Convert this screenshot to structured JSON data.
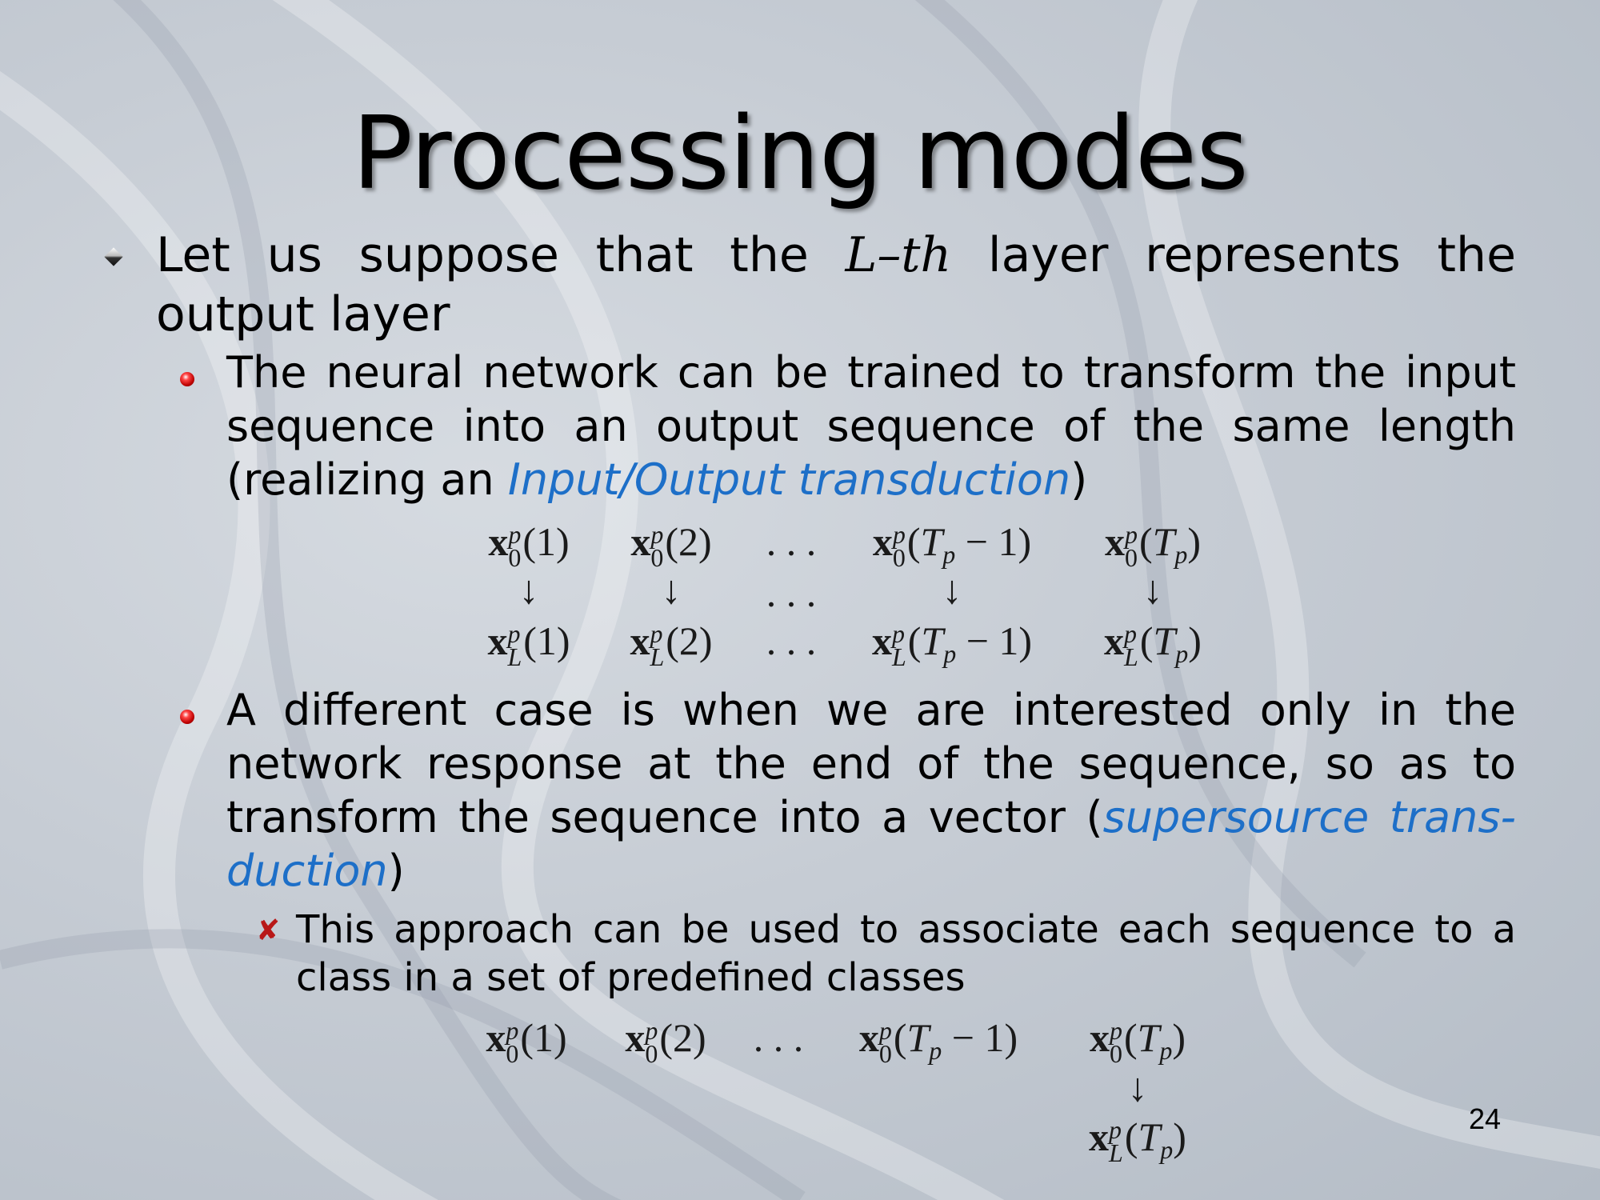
{
  "title": "Processing modes",
  "bullet1": {
    "pre": "Let us suppose that the ",
    "math": "L–th",
    "post": " layer represents the output layer"
  },
  "bullet2a": {
    "pre": "The neural network can be trained to transform the input sequence into an output sequence of the same length (realizing an ",
    "link": "Input/Output transduction",
    "post": ")"
  },
  "bullet2b": {
    "pre": "A different case is when we are interested only in the network response at the end of the sequence, so as to transform the sequence into a vector (",
    "link": "supersource trans-duction",
    "post": ")"
  },
  "bullet3": {
    "text": "This approach can be used to associate each sequence to a class in a set of predefined classes"
  },
  "math1": {
    "top": [
      {
        "base": "x",
        "sup": "p",
        "sub": "0",
        "arg": "1"
      },
      {
        "base": "x",
        "sup": "p",
        "sub": "0",
        "arg": "2"
      },
      {
        "dots": ". . ."
      },
      {
        "base": "x",
        "sup": "p",
        "sub": "0",
        "argvar": "T",
        "argsub": "p",
        "argtail": " − 1"
      },
      {
        "base": "x",
        "sup": "p",
        "sub": "0",
        "argvar": "T",
        "argsub": "p"
      }
    ],
    "mid": [
      "↓",
      "↓",
      ". . .",
      "↓",
      "↓"
    ],
    "bottom": [
      {
        "base": "x",
        "sup": "p",
        "sub": "L",
        "arg": "1"
      },
      {
        "base": "x",
        "sup": "p",
        "sub": "L",
        "arg": "2"
      },
      {
        "dots": ". . ."
      },
      {
        "base": "x",
        "sup": "p",
        "sub": "L",
        "argvar": "T",
        "argsub": "p",
        "argtail": " − 1"
      },
      {
        "base": "x",
        "sup": "p",
        "sub": "L",
        "argvar": "T",
        "argsub": "p"
      }
    ]
  },
  "math2": {
    "top": [
      {
        "base": "x",
        "sup": "p",
        "sub": "0",
        "arg": "1"
      },
      {
        "base": "x",
        "sup": "p",
        "sub": "0",
        "arg": "2"
      },
      {
        "dots": ". . ."
      },
      {
        "base": "x",
        "sup": "p",
        "sub": "0",
        "argvar": "T",
        "argsub": "p",
        "argtail": " − 1"
      },
      {
        "base": "x",
        "sup": "p",
        "sub": "0",
        "argvar": "T",
        "argsub": "p"
      }
    ],
    "mid": [
      "↓"
    ],
    "bottom": [
      {
        "base": "x",
        "sup": "p",
        "sub": "L",
        "argvar": "T",
        "argsub": "p"
      }
    ]
  },
  "page_number": "24",
  "colors": {
    "link": "#1d6fc8",
    "background": "#c8ced6"
  }
}
